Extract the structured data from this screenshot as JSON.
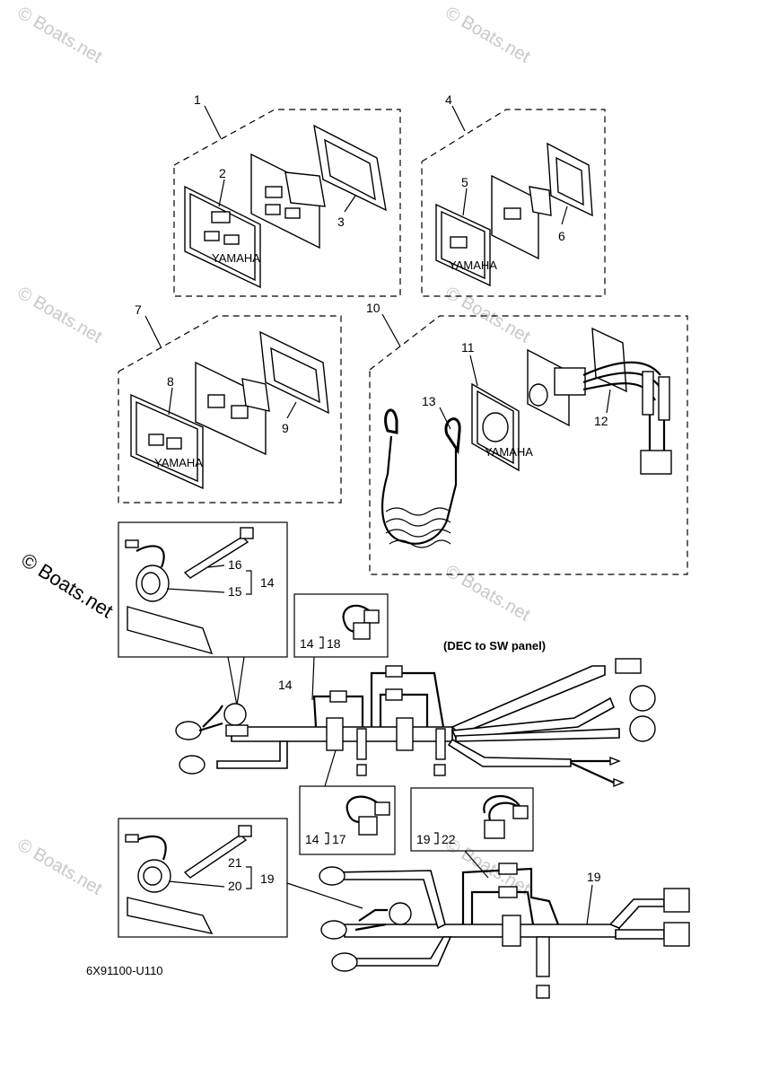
{
  "watermarks": [
    "© Boats.net",
    "© Boats.net",
    "© Boats.net",
    "© Boats.net",
    "© Boats.net",
    "© Boats.net",
    "© Boats.net"
  ],
  "watermark_main": "© Boats.net",
  "callouts": {
    "c1": "1",
    "c2": "2",
    "c3": "3",
    "c4": "4",
    "c5": "5",
    "c6": "6",
    "c7": "7",
    "c8": "8",
    "c9": "9",
    "c10": "10",
    "c11": "11",
    "c12": "12",
    "c13": "13",
    "c14a": "14",
    "c14b": "14",
    "c14c": "14",
    "c14d": "14",
    "c15": "15",
    "c16": "16",
    "c17": "17",
    "c18": "18",
    "c19a": "19",
    "c19b": "19",
    "c19c": "19",
    "c20": "20",
    "c21": "21",
    "c22": "22"
  },
  "panel_logo": "YAMAHA",
  "note": "(DEC to SW panel)",
  "diagram_code": "6X91100-U110"
}
